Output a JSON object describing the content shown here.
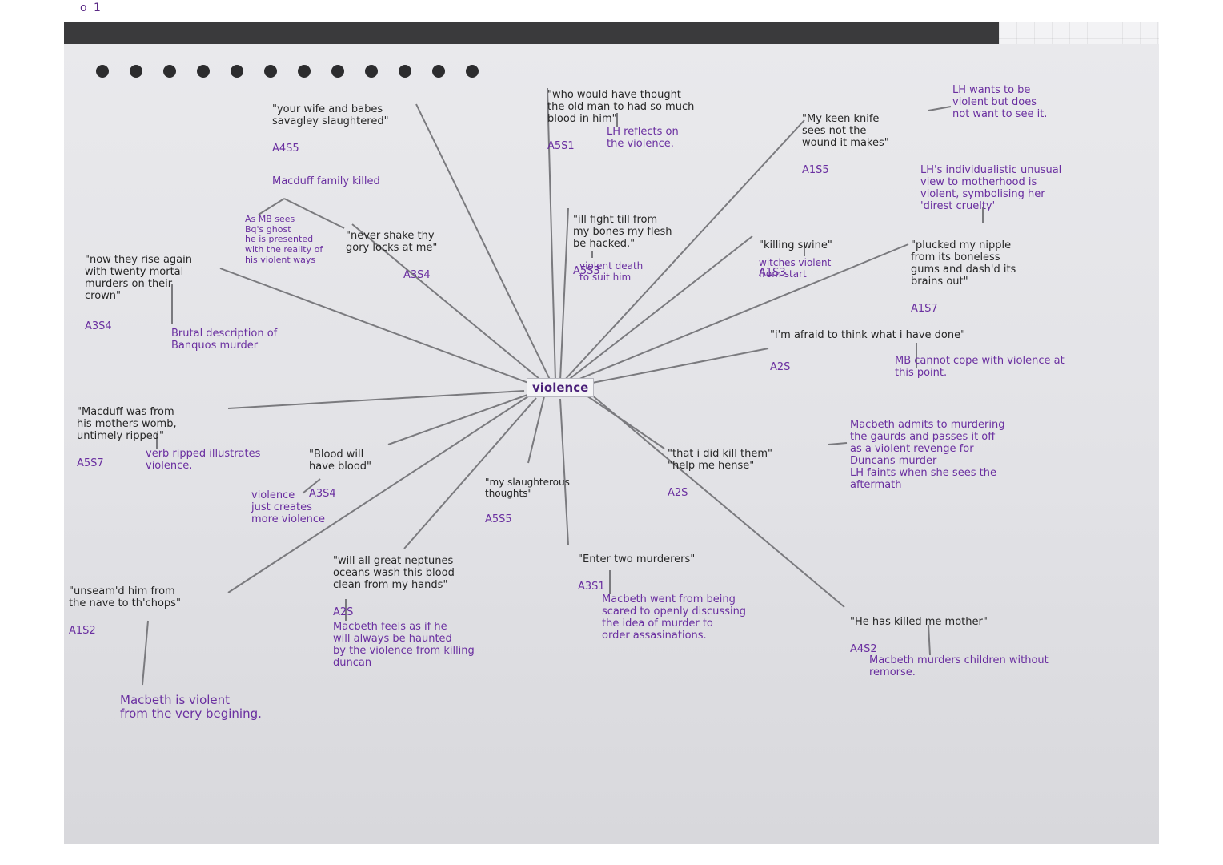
{
  "center": "violence",
  "corner_mark": "o 1",
  "colors": {
    "quote": "#262626",
    "purple": "#6a2fa0",
    "line": "#7a7a7e"
  },
  "nodes": [
    {
      "id": "wife-babes",
      "quote": "\"your wife and babes\nsavagley slaughtered\"",
      "ref": "A4S5",
      "note": "Macduff family killed"
    },
    {
      "id": "old-man",
      "quote": "\"who would have thought\nthe old man to had so much\nblood in him\"",
      "ref": "A5S1",
      "note": "LH reflects on\nthe violence."
    },
    {
      "id": "keen-knife",
      "quote": "\"My keen knife\nsees not the\nwound it makes\"",
      "ref": "A1S5",
      "note": "LH wants to be\nviolent but does\nnot want to see it."
    },
    {
      "id": "motherhood",
      "note": "LH's individualistic unusual\nview to motherhood is\nviolent, symbolising her\n'direst cruelty'"
    },
    {
      "id": "nipple",
      "quote": "\"plucked my nipple\nfrom its boneless\ngums and dash'd its\nbrains out\"",
      "ref": "A1S7"
    },
    {
      "id": "fight",
      "quote": "\"ill fight till from\nmy bones my flesh\nbe hacked.\"",
      "ref": "A5S3",
      "note": "violent death\nto suit him"
    },
    {
      "id": "swine",
      "quote": "\"killing swine\"",
      "ref": "A1S3",
      "note": "witches violent\nfrom start"
    },
    {
      "id": "hb-ghost",
      "note": "As MB sees\nBq's ghost\nhe is presented\nwith the reality of\nhis violent ways"
    },
    {
      "id": "gory-locks",
      "quote": "\"never shake thy\ngory locks at me\"",
      "ref": "A3S4"
    },
    {
      "id": "rise-again",
      "quote": "\"now they rise again\nwith twenty mortal\nmurders on their\ncrown\"",
      "ref": "A3S4",
      "note": "Brutal description of\nBanquos murder"
    },
    {
      "id": "afraid",
      "quote": "\"i'm afraid to think what i have done\"",
      "ref": "A2S",
      "note": "MB cannot cope with violence at\nthis point."
    },
    {
      "id": "macduff-womb",
      "quote": "\"Macduff was from\nhis mothers womb,\nuntimely ripped\"",
      "ref": "A5S7",
      "note": "verb ripped illustrates\nviolence."
    },
    {
      "id": "blood-will",
      "quote": "\"Blood will\nhave blood\"",
      "ref": "A3S4",
      "note": "violence\njust creates\nmore violence"
    },
    {
      "id": "slaughterous",
      "quote": "\"my slaughterous\nthoughts\"",
      "ref": "A5S5"
    },
    {
      "id": "did-kill",
      "quote": "\"that i did kill them\"\n\"help me hense\"",
      "ref": "A2S",
      "note": "Macbeth admits to murdering\nthe gaurds and passes it off\nas a violent revenge for\nDuncans murder\nLH faints when she sees the\naftermath"
    },
    {
      "id": "neptune",
      "quote": "\"will all great neptunes\noceans wash this blood\nclean from my hands\"",
      "ref": "A2S",
      "note": "Macbeth feels as if he\nwill always be haunted\nby the violence from killing\nduncan"
    },
    {
      "id": "murderers",
      "quote": "\"Enter two murderers\"",
      "ref": "A3S1",
      "note": "Macbeth went from being\nscared to openly discussing\nthe idea of murder to\norder assasinations."
    },
    {
      "id": "unseam",
      "quote": "\"unseam'd him from\nthe nave to th'chops\"",
      "ref": "A1S2",
      "note": "Macbeth is violent\nfrom the very begining."
    },
    {
      "id": "killed-mother",
      "quote": "\"He has killed me mother\"",
      "ref": "A4S2",
      "note": "Macbeth murders children without\nremorse."
    }
  ]
}
